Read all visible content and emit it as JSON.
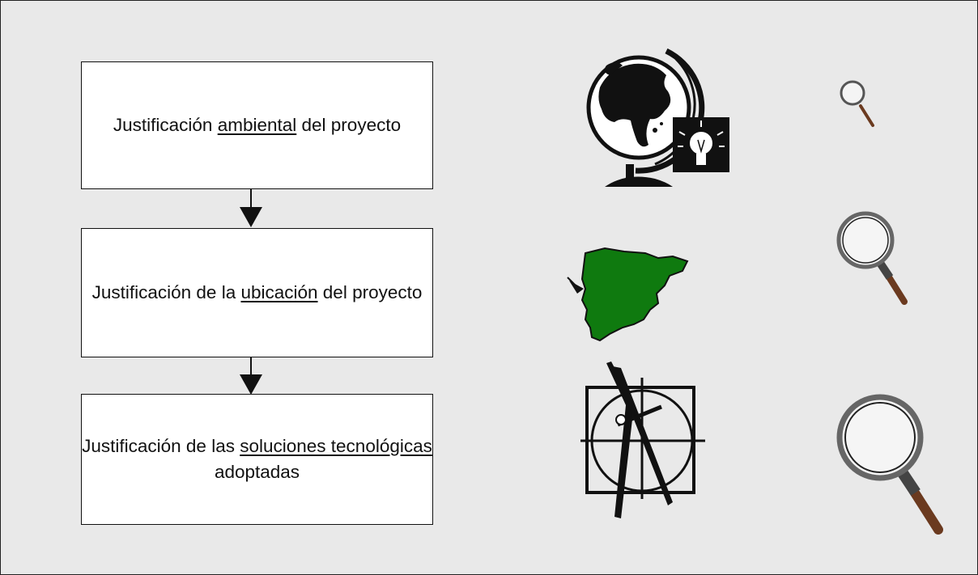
{
  "flow": {
    "steps": [
      {
        "pre": "Justificación ",
        "em": "ambiental",
        "post": " del proyecto"
      },
      {
        "pre": "Justificación de la ",
        "em": "ubicación",
        "post": " del proyecto"
      },
      {
        "pre": "Justificación de las ",
        "em": "soluciones tecnológicas",
        "post": " adoptadas"
      }
    ]
  },
  "icons": {
    "step1": "globe-with-lightbulb-icon",
    "step2": "spain-map-icon",
    "step3": "compass-drafting-icon",
    "magnifier": "magnifying-glass-icon"
  },
  "colors": {
    "background": "#e9e9e9",
    "box": "#ffffff",
    "map_green": "#0f7a0f",
    "magnifier_handle": "#6b3a1f"
  }
}
